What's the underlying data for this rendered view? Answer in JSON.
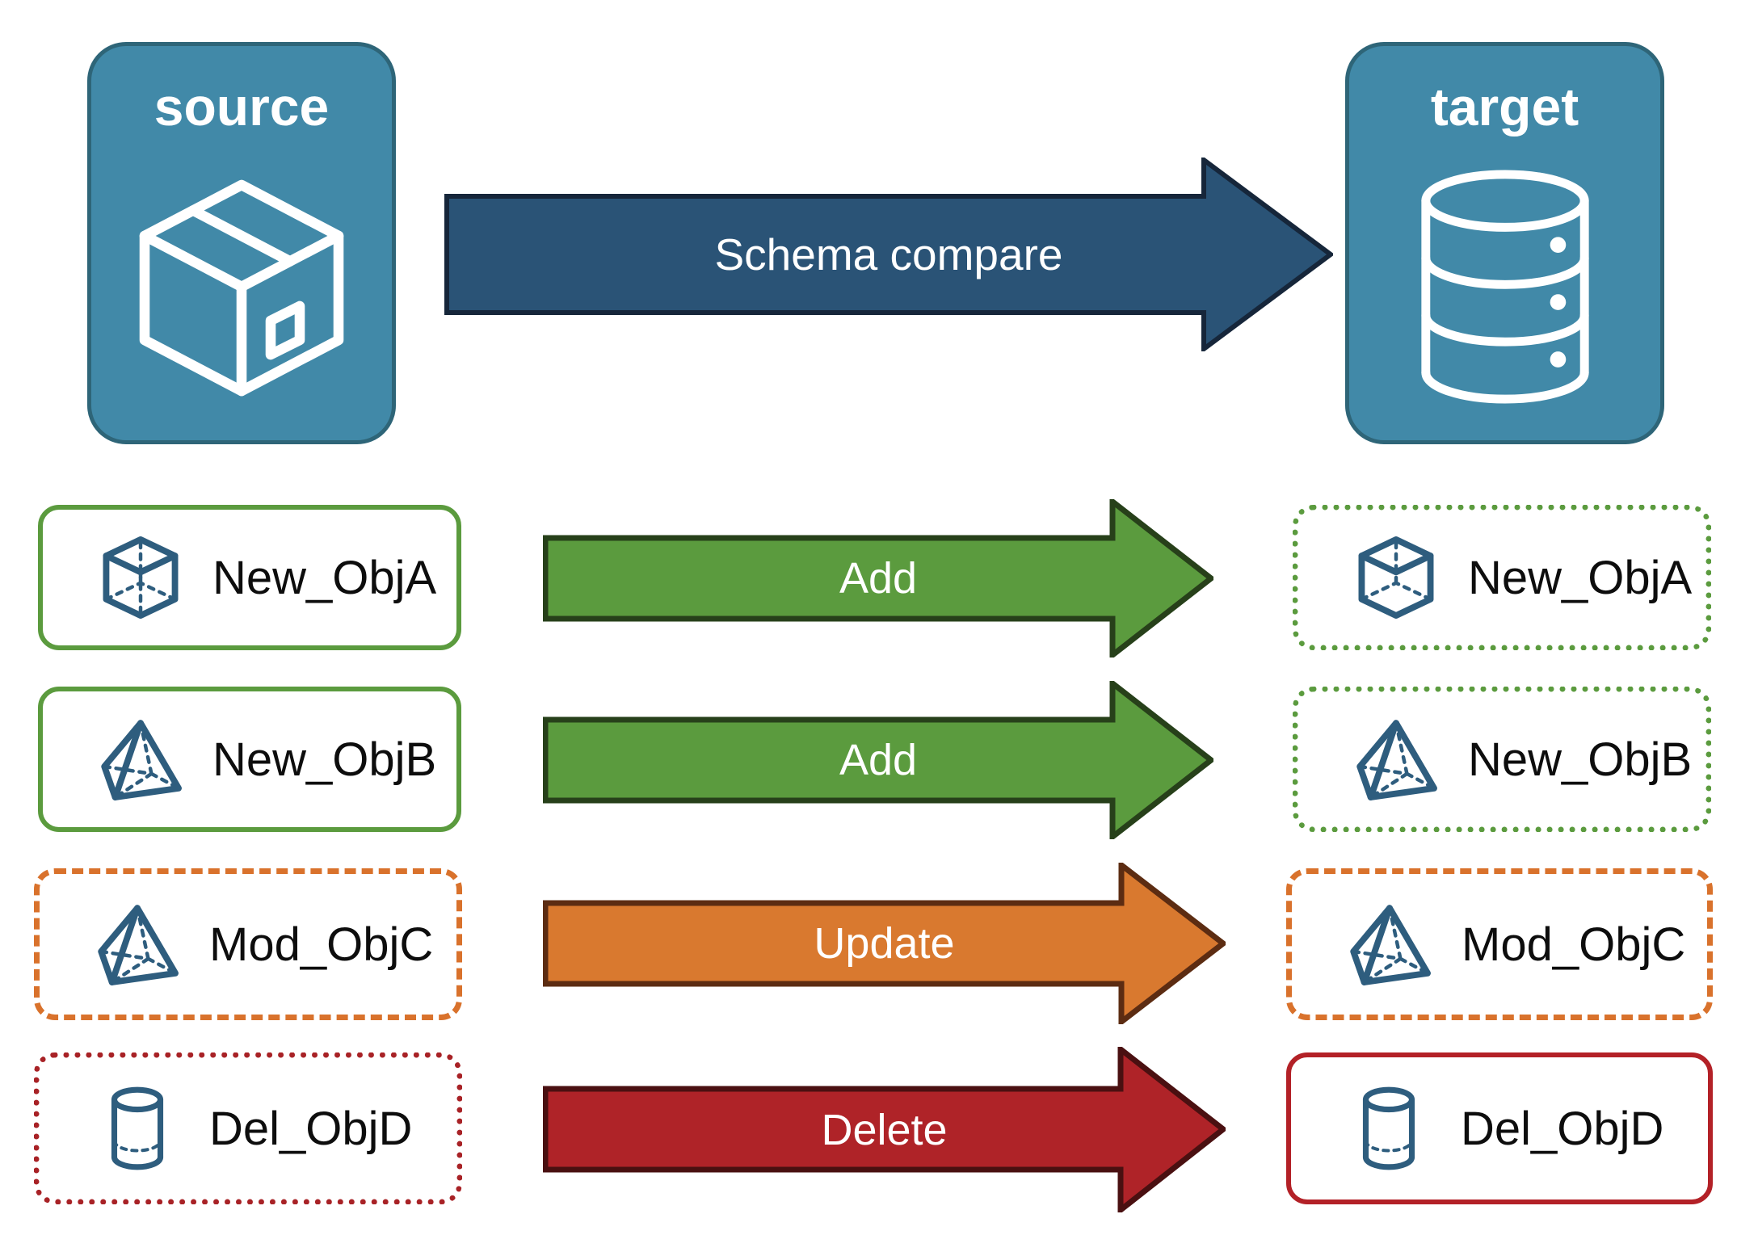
{
  "diagram": {
    "title_hidden": "",
    "endpoints": [
      {
        "id": "source",
        "label": "source",
        "icon": "package-box-icon"
      },
      {
        "id": "target",
        "label": "target",
        "icon": "database-cylinder-icon"
      }
    ],
    "main_arrow": {
      "label": "Schema compare",
      "fill": "#2A5376",
      "stroke": "#16263A",
      "text_color": "#FFFFFF"
    },
    "rows": [
      {
        "source": {
          "label": "New_ObjA",
          "icon": "wireframe-cube-icon",
          "border_style": "solid",
          "border_color": "#5B9B3E"
        },
        "action": {
          "label": "Add",
          "fill": "#5B9B3E",
          "stroke": "#27401A",
          "text_color": "#FFFFFF"
        },
        "target": {
          "label": "New_ObjA",
          "icon": "wireframe-cube-icon",
          "border_style": "dotted",
          "border_color": "#5B9B3E"
        }
      },
      {
        "source": {
          "label": "New_ObjB",
          "icon": "wireframe-pyramid-icon",
          "border_style": "solid",
          "border_color": "#5B9B3E"
        },
        "action": {
          "label": "Add",
          "fill": "#5B9B3E",
          "stroke": "#27401A",
          "text_color": "#FFFFFF"
        },
        "target": {
          "label": "New_ObjB",
          "icon": "wireframe-pyramid-icon",
          "border_style": "dotted",
          "border_color": "#5B9B3E"
        }
      },
      {
        "source": {
          "label": "Mod_ObjC",
          "icon": "wireframe-pyramid-icon",
          "border_style": "dashed",
          "border_color": "#D9722C"
        },
        "action": {
          "label": "Update",
          "fill": "#D9792F",
          "stroke": "#5C2C12",
          "text_color": "#FFFFFF"
        },
        "target": {
          "label": "Mod_ObjC",
          "icon": "wireframe-pyramid-icon",
          "border_style": "dashed",
          "border_color": "#D9722C"
        }
      },
      {
        "source": {
          "label": "Del_ObjD",
          "icon": "wireframe-cylinder-icon",
          "border_style": "dotted",
          "border_color": "#A82226"
        },
        "action": {
          "label": "Delete",
          "fill": "#AF2328",
          "stroke": "#4A1011",
          "text_color": "#FFFFFF"
        },
        "target": {
          "label": "Del_ObjD",
          "icon": "wireframe-cylinder-icon",
          "border_style": "solid",
          "border_color": "#B32127"
        }
      }
    ],
    "colors": {
      "panel_fill": "#4189A8",
      "panel_stroke": "#2E6578",
      "object_icon": "#2E5D7E",
      "background": "#FFFFFF"
    }
  }
}
